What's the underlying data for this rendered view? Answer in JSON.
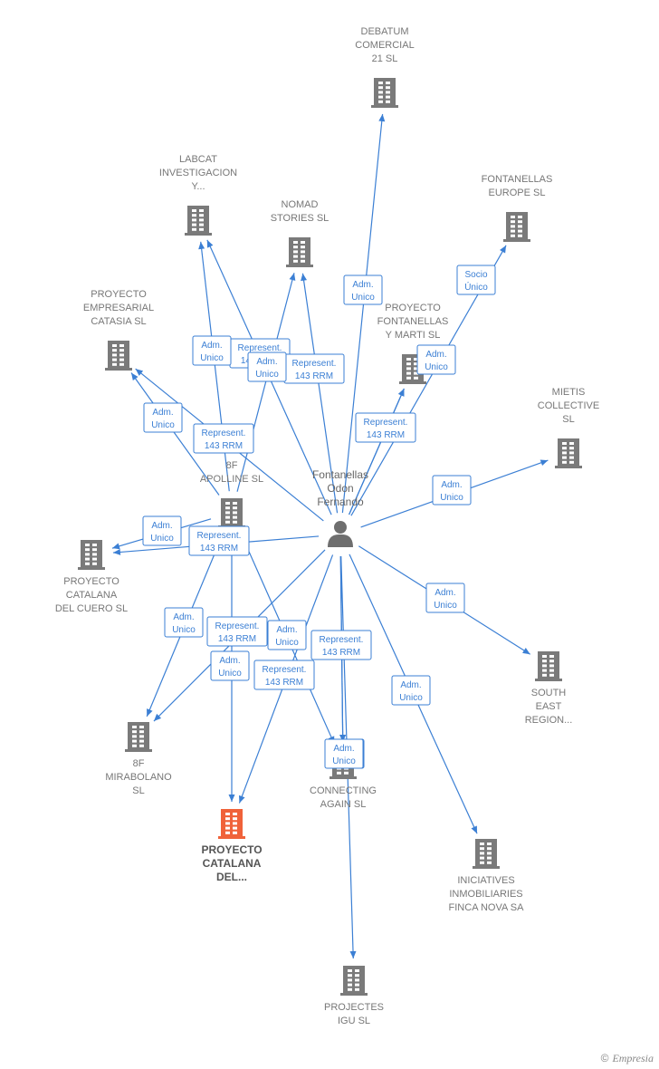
{
  "nodes": [
    {
      "id": "debatum",
      "lines": [
        "DEBATUM",
        "COMERCIAL",
        "21 SL"
      ],
      "main": false
    },
    {
      "id": "labcat",
      "lines": [
        "LABCAT",
        "INVESTIGACION",
        "Y..."
      ],
      "main": false
    },
    {
      "id": "nomad",
      "lines": [
        "NOMAD",
        "STORIES  SL"
      ],
      "main": false
    },
    {
      "id": "fontanellas-europe",
      "lines": [
        "FONTANELLAS",
        "EUROPE SL"
      ],
      "main": false
    },
    {
      "id": "catasia",
      "lines": [
        "PROYECTO",
        "EMPRESARIAL",
        "CATASIA  SL"
      ],
      "main": false
    },
    {
      "id": "fontanellas-marti",
      "lines": [
        "PROYECTO",
        "FONTANELLAS",
        "Y MARTI SL"
      ],
      "main": false
    },
    {
      "id": "mietis",
      "lines": [
        "MIETIS",
        "COLLECTIVE",
        "SL"
      ],
      "main": false
    },
    {
      "id": "apolline",
      "lines": [
        "8F",
        "APOLLINE  SL"
      ],
      "main": false
    },
    {
      "id": "cuero",
      "lines": [
        "PROYECTO",
        "CATALANA",
        "DEL CUERO SL"
      ],
      "main": false
    },
    {
      "id": "south-east",
      "lines": [
        "SOUTH",
        "EAST",
        "REGION..."
      ],
      "main": false
    },
    {
      "id": "mirabolano",
      "lines": [
        "8F",
        "MIRABOLANO",
        "SL"
      ],
      "main": false
    },
    {
      "id": "connecting",
      "lines": [
        "CONNECTING",
        "AGAIN  SL"
      ],
      "main": false
    },
    {
      "id": "catalana-del",
      "lines": [
        "PROYECTO",
        "CATALANA",
        "DEL..."
      ],
      "main": true
    },
    {
      "id": "iniciatives",
      "lines": [
        "INICIATIVES",
        "INMOBILIARIES",
        "FINCA NOVA SA"
      ],
      "main": false
    },
    {
      "id": "igu",
      "lines": [
        "PROJECTES",
        "IGU SL"
      ],
      "main": false
    }
  ],
  "person": {
    "id": "fontanellas",
    "lines": [
      "Fontanellas",
      "Odon",
      "Fernando"
    ]
  },
  "edges": [
    {
      "from": "fontanellas",
      "to": "debatum",
      "lines": [
        "Adm.",
        "Unico"
      ]
    },
    {
      "from": "fontanellas",
      "to": "labcat",
      "lines": [
        "Represent.",
        "143 RRM"
      ]
    },
    {
      "from": "fontanellas",
      "to": "nomad",
      "lines": [
        "Represent.",
        "143 RRM"
      ]
    },
    {
      "from": "fontanellas",
      "to": "fontanellas-europe",
      "lines": [
        "Socio",
        "Único"
      ]
    },
    {
      "from": "fontanellas",
      "to": "fontanellas-marti",
      "lines": [
        "Adm.",
        "Unico"
      ]
    },
    {
      "from": "fontanellas",
      "to": "fontanellas-marti",
      "lines": [
        "Represent.",
        "143 RRM"
      ]
    },
    {
      "from": "fontanellas",
      "to": "mietis",
      "lines": [
        "Adm.",
        "Unico"
      ]
    },
    {
      "from": "fontanellas",
      "to": "catasia",
      "lines": [
        "Represent.",
        "143 RRM"
      ]
    },
    {
      "from": "fontanellas",
      "to": "cuero",
      "lines": [
        "Adm.",
        "Unico"
      ]
    },
    {
      "from": "fontanellas",
      "to": "south-east",
      "lines": [
        "Adm.",
        "Unico"
      ]
    },
    {
      "from": "fontanellas",
      "to": "mirabolano",
      "lines": [
        "Represent.",
        "143 RRM"
      ]
    },
    {
      "from": "fontanellas",
      "to": "connecting",
      "lines": [
        "Represent.",
        "143 RRM"
      ]
    },
    {
      "from": "fontanellas",
      "to": "connecting",
      "lines": [
        "Adm.",
        "Unico"
      ]
    },
    {
      "from": "fontanellas",
      "to": "catalana-del",
      "lines": [
        "Represent.",
        "143 RRM"
      ]
    },
    {
      "from": "fontanellas",
      "to": "iniciatives",
      "lines": [
        "Adm.",
        "Unico"
      ]
    },
    {
      "from": "fontanellas",
      "to": "igu",
      "lines": [
        "Adm.",
        "Unico"
      ]
    },
    {
      "from": "apolline",
      "to": "labcat",
      "lines": [
        "Adm.",
        "Unico"
      ]
    },
    {
      "from": "apolline",
      "to": "nomad",
      "lines": [
        "Adm.",
        "Unico"
      ]
    },
    {
      "from": "apolline",
      "to": "catasia",
      "lines": [
        "Adm.",
        "Unico"
      ]
    },
    {
      "from": "apolline",
      "to": "cuero",
      "lines": [
        "Represent.",
        "143 RRM"
      ]
    },
    {
      "from": "apolline",
      "to": "mirabolano",
      "lines": [
        "Adm.",
        "Unico"
      ]
    },
    {
      "from": "apolline",
      "to": "catalana-del",
      "lines": [
        "Adm.",
        "Unico"
      ]
    },
    {
      "from": "apolline",
      "to": "connecting",
      "lines": [
        "Adm.",
        "Unico"
      ]
    }
  ],
  "colors": {
    "edge": "#3b7fd4",
    "building": "#7a7a7a",
    "main_building": "#f0623a",
    "person": "#6e6e6e"
  },
  "logo": {
    "copyright": "©",
    "brand": "Empresia"
  }
}
